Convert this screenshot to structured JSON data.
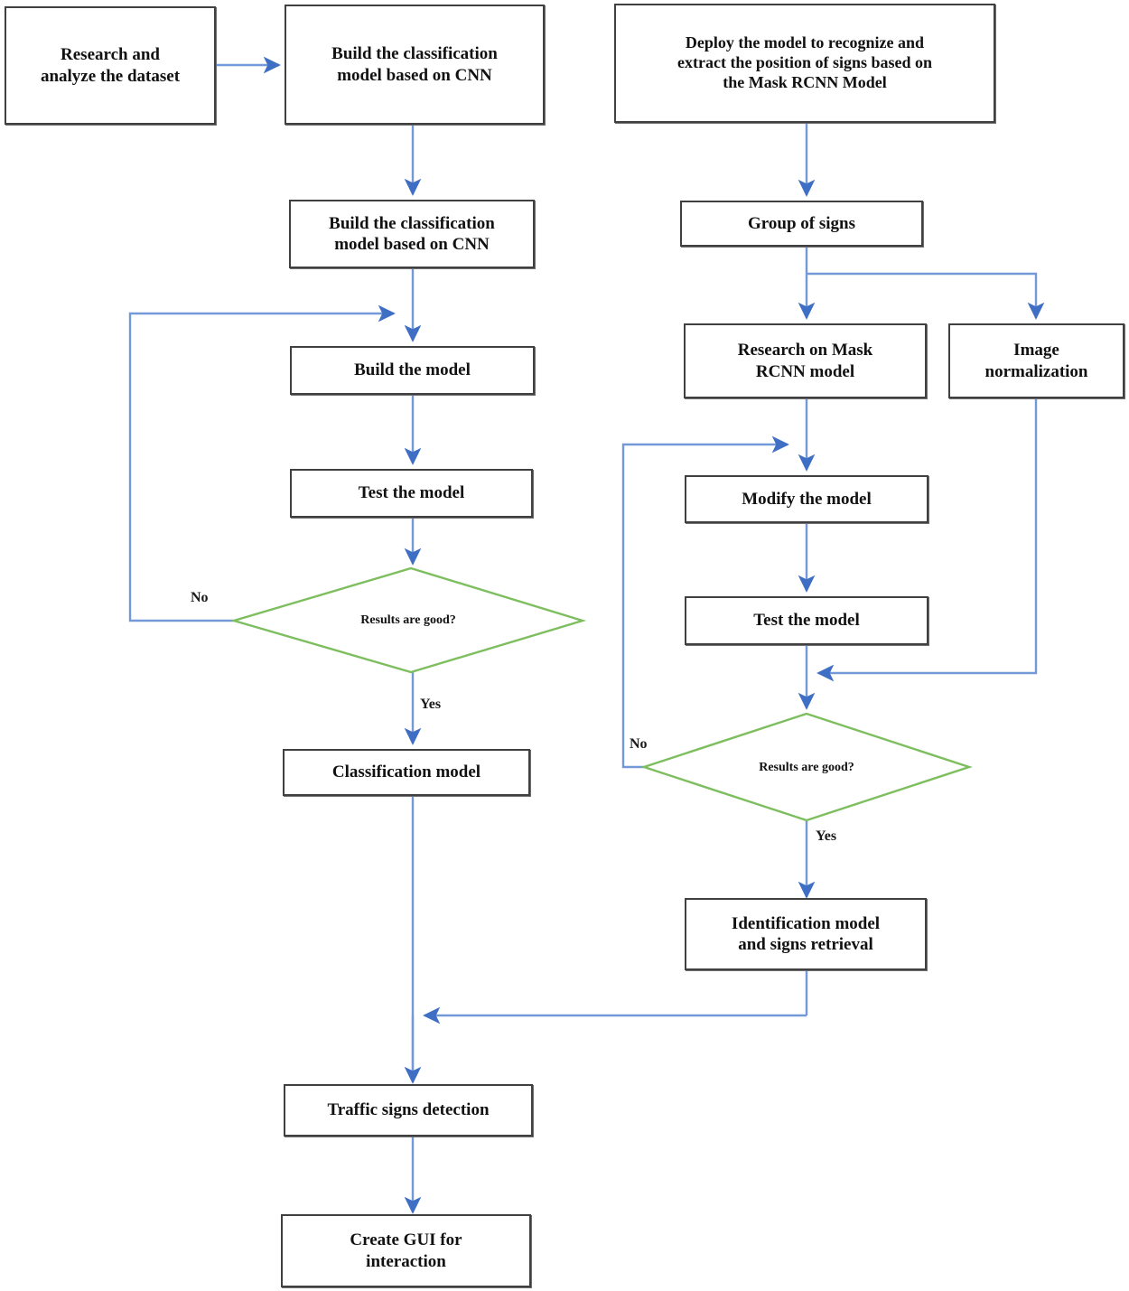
{
  "diagram": {
    "type": "flowchart",
    "title": "Traffic sign classification and detection workflow",
    "colors": {
      "process_border": "#404040",
      "decision_border": "#7dbe5e",
      "arrow": "#6c8fd1",
      "background": "#ffffff",
      "text": "#111111"
    },
    "nodes": [
      {
        "id": "research-dataset",
        "shape": "process",
        "label": "Research and\nanalyze the dataset"
      },
      {
        "id": "build-classification-cnn-top",
        "shape": "process",
        "label": "Build the classification\nmodel based on CNN"
      },
      {
        "id": "deploy-mask-rcnn",
        "shape": "process",
        "label": "Deploy the model to recognize and\nextract the position of signs based on\nthe Mask RCNN Model"
      },
      {
        "id": "build-classification-cnn-second",
        "shape": "process",
        "label": "Build the classification\nmodel based on CNN"
      },
      {
        "id": "group-of-signs",
        "shape": "process",
        "label": "Group of signs"
      },
      {
        "id": "build-the-model",
        "shape": "process",
        "label": "Build the model"
      },
      {
        "id": "research-mask-rcnn",
        "shape": "process",
        "label": "Research on Mask\nRCNN model"
      },
      {
        "id": "image-normalization",
        "shape": "process",
        "label": "Image\nnormalization"
      },
      {
        "id": "test-the-model-left",
        "shape": "process",
        "label": "Test the model"
      },
      {
        "id": "modify-the-model",
        "shape": "process",
        "label": "Modify the model"
      },
      {
        "id": "test-the-model-right",
        "shape": "process",
        "label": "Test the model"
      },
      {
        "id": "results-good-left",
        "shape": "decision",
        "label": "Results are good?"
      },
      {
        "id": "results-good-right",
        "shape": "decision",
        "label": "Results are good?"
      },
      {
        "id": "classification-model",
        "shape": "process",
        "label": "Classification model"
      },
      {
        "id": "identification-model",
        "shape": "process",
        "label": "Identification model\nand signs retrieval"
      },
      {
        "id": "traffic-signs-detection",
        "shape": "process",
        "label": "Traffic signs detection"
      },
      {
        "id": "create-gui",
        "shape": "process",
        "label": "Create GUI for\ninteraction"
      }
    ],
    "edge_labels": {
      "left_no": "No",
      "left_yes": "Yes",
      "right_no": "No",
      "right_yes": "Yes"
    },
    "edges": [
      {
        "from": "research-dataset",
        "to": "build-classification-cnn-top",
        "label": ""
      },
      {
        "from": "build-classification-cnn-top",
        "to": "build-classification-cnn-second",
        "label": ""
      },
      {
        "from": "build-classification-cnn-second",
        "to": "build-the-model",
        "label": ""
      },
      {
        "from": "build-the-model",
        "to": "test-the-model-left",
        "label": ""
      },
      {
        "from": "test-the-model-left",
        "to": "results-good-left",
        "label": ""
      },
      {
        "from": "results-good-left",
        "to": "build-the-model",
        "label": "No"
      },
      {
        "from": "results-good-left",
        "to": "classification-model",
        "label": "Yes"
      },
      {
        "from": "deploy-mask-rcnn",
        "to": "group-of-signs",
        "label": ""
      },
      {
        "from": "group-of-signs",
        "to": "research-mask-rcnn",
        "label": ""
      },
      {
        "from": "group-of-signs",
        "to": "image-normalization",
        "label": ""
      },
      {
        "from": "research-mask-rcnn",
        "to": "modify-the-model",
        "label": ""
      },
      {
        "from": "modify-the-model",
        "to": "test-the-model-right",
        "label": ""
      },
      {
        "from": "image-normalization",
        "to": "test-the-model-right",
        "label": ""
      },
      {
        "from": "test-the-model-right",
        "to": "results-good-right",
        "label": ""
      },
      {
        "from": "results-good-right",
        "to": "modify-the-model",
        "label": "No"
      },
      {
        "from": "results-good-right",
        "to": "identification-model",
        "label": "Yes"
      },
      {
        "from": "identification-model",
        "to": "traffic-signs-detection",
        "label": ""
      },
      {
        "from": "classification-model",
        "to": "traffic-signs-detection",
        "label": ""
      },
      {
        "from": "traffic-signs-detection",
        "to": "create-gui",
        "label": ""
      }
    ]
  }
}
